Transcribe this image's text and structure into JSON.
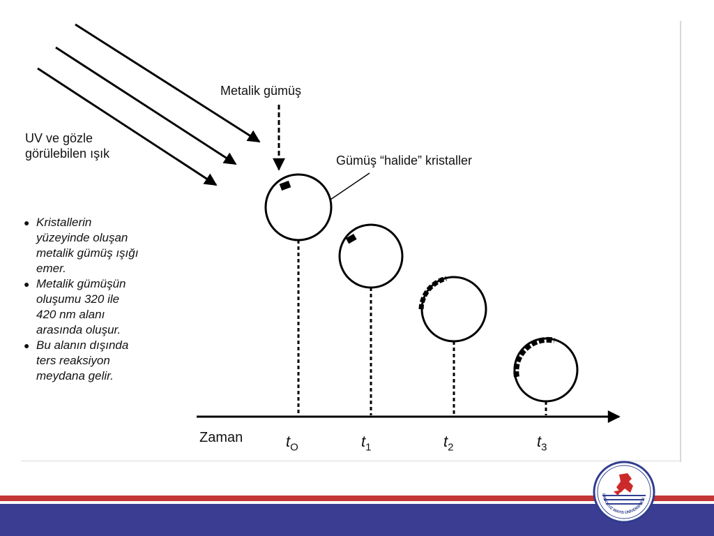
{
  "diagram": {
    "light_label_line1": "UV ve gözle",
    "light_label_line2": "görülebilen ışık",
    "metallic_silver_label": "Metalik gümüş",
    "crystal_label": "Gümüş “halide” kristaller",
    "time_axis_label": "Zaman",
    "time_ticks": [
      {
        "t": "t",
        "sub": "O"
      },
      {
        "t": "t",
        "sub": "1"
      },
      {
        "t": "t",
        "sub": "2"
      },
      {
        "t": "t",
        "sub": "3"
      }
    ],
    "bullets": [
      "Kristallerin\nyüzeyinde oluşan\nmetalik gümüş ışığı\nemer.",
      "Metalik gümüşün\noluşumu 320 ile\n420 nm alanı\narasında oluşur.",
      "Bu alanın  dışında\nters reaksiyon\nmeydana gelir."
    ]
  },
  "footer": {
    "logo_text": "ONDOKUZ MAYIS ÜNİVERSİTESİ",
    "colors": {
      "red_band": "#c43535",
      "blue_band": "#3a3d91"
    }
  }
}
